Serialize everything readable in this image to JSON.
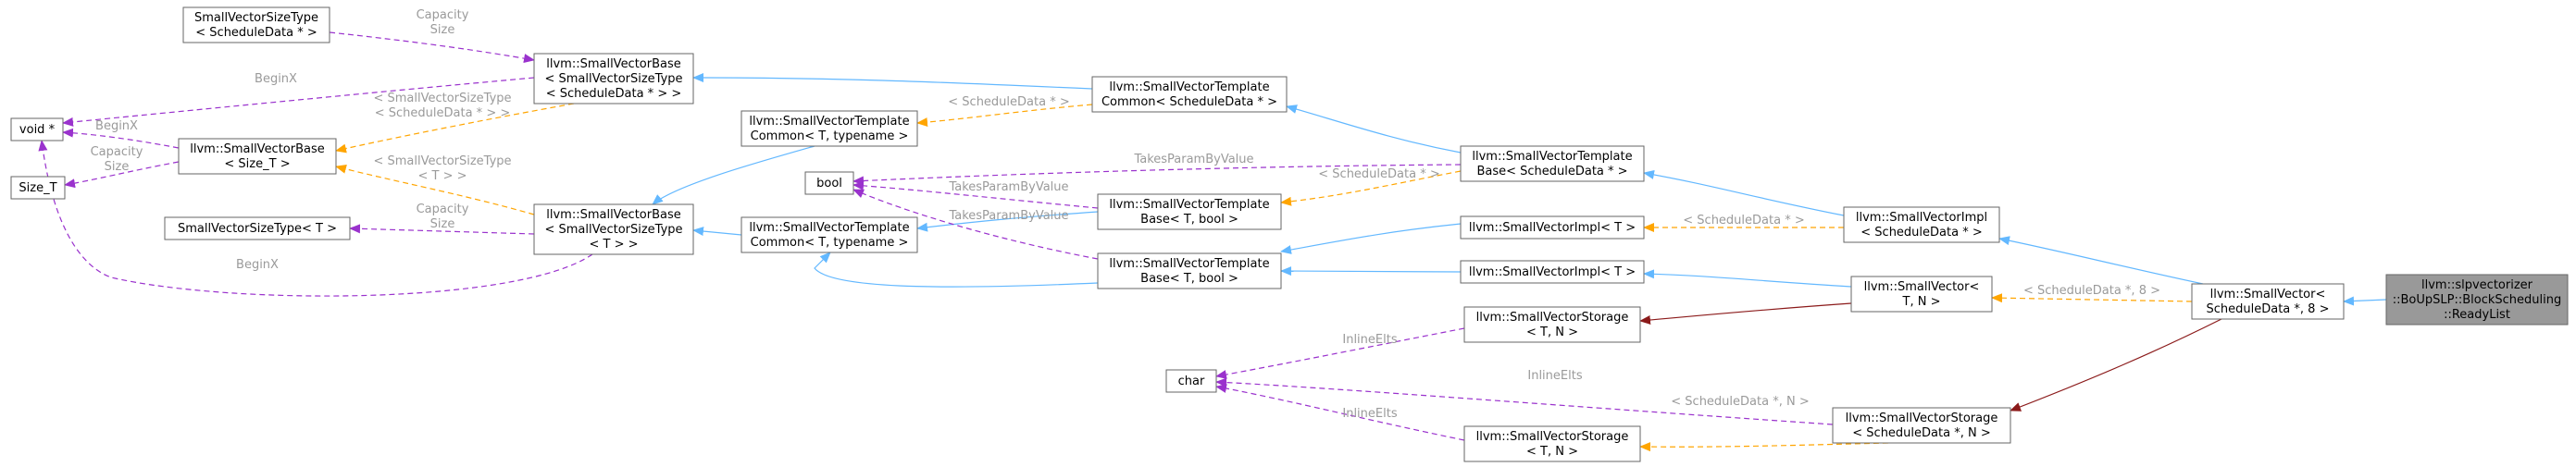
{
  "colors": {
    "inheritance": "#63b8ff",
    "usage": "#9a32cd",
    "template_instance": "#ffa500",
    "private_inheritance": "#8b1a1a",
    "root_fill": "#999999",
    "node_border": "#666666"
  },
  "nodes": {
    "void_ptr": [
      "void *"
    ],
    "size_t": [
      "Size_T"
    ],
    "svst_sd": [
      "SmallVectorSizeType",
      "< ScheduleData * >"
    ],
    "svbase_size_t": [
      "llvm::SmallVectorBase",
      "< Size_T >"
    ],
    "svst_t": [
      "SmallVectorSizeType< T >"
    ],
    "svbase_sd": [
      "llvm::SmallVectorBase",
      "< SmallVectorSizeType",
      "< ScheduleData * > >"
    ],
    "svbase_t": [
      "llvm::SmallVectorBase",
      "< SmallVectorSizeType",
      "< T > >"
    ],
    "svtc_t_typename_top": [
      "llvm::SmallVectorTemplate",
      "Common< T, typename >"
    ],
    "svtc_t_typename_mid": [
      "llvm::SmallVectorTemplate",
      "Common< T, typename >"
    ],
    "bool": [
      "bool"
    ],
    "char": [
      "char"
    ],
    "svtc_sd": [
      "llvm::SmallVectorTemplate",
      "Common< ScheduleData * >"
    ],
    "svtb_t_bool_a": [
      "llvm::SmallVectorTemplate",
      "Base< T, bool >"
    ],
    "svtb_t_bool_b": [
      "llvm::SmallVectorTemplate",
      "Base< T, bool >"
    ],
    "svtb_sd": [
      "llvm::SmallVectorTemplate",
      "Base< ScheduleData * >"
    ],
    "svimpl_t_a": [
      "llvm::SmallVectorImpl< T >"
    ],
    "svimpl_t_b": [
      "llvm::SmallVectorImpl< T >"
    ],
    "svstorage_t_n_a": [
      "llvm::SmallVectorStorage",
      "< T, N >"
    ],
    "svstorage_t_n_b": [
      "llvm::SmallVectorStorage",
      "< T, N >"
    ],
    "svimpl_sd": [
      "llvm::SmallVectorImpl",
      "< ScheduleData * >"
    ],
    "sv_t_n": [
      "llvm::SmallVector<",
      "T, N >"
    ],
    "svstorage_sd_n": [
      "llvm::SmallVectorStorage",
      "< ScheduleData *, N >"
    ],
    "sv_sd_8": [
      "llvm::SmallVector<",
      "ScheduleData *, 8 >"
    ],
    "readylist": [
      "llvm::slpvectorizer",
      "::BoUpSLP::BlockScheduling",
      "::ReadyList"
    ]
  },
  "edge_labels": {
    "capacity_size_top": [
      "Capacity",
      "Size"
    ],
    "beginx_top": [
      "BeginX"
    ],
    "beginx_left": [
      "BeginX"
    ],
    "capacity_size_left": [
      "Capacity",
      "Size"
    ],
    "svst_sd_inst": [
      "< SmallVectorSizeType",
      "< ScheduleData * > >"
    ],
    "svst_t_inst": [
      "< SmallVectorSizeType",
      "< T > >"
    ],
    "capacity_size_mid": [
      "Capacity",
      "Size"
    ],
    "beginx_bottom": [
      "BeginX"
    ],
    "sd_inst_common": [
      "< ScheduleData * >"
    ],
    "takes_param_top": [
      "TakesParamByValue"
    ],
    "takes_param_a": [
      "TakesParamByValue"
    ],
    "takes_param_b": [
      "TakesParamByValue"
    ],
    "sd_inst_base": [
      "< ScheduleData * >"
    ],
    "sd_inst_impl": [
      "< ScheduleData * >"
    ],
    "sd_8_inst": [
      "< ScheduleData *, 8 >"
    ],
    "inline_elts_a": [
      "InlineElts"
    ],
    "inline_elts_b": [
      "InlineElts"
    ],
    "inline_elts_c": [
      "InlineElts"
    ],
    "sd_n_inst": [
      "< ScheduleData *, N >"
    ]
  }
}
